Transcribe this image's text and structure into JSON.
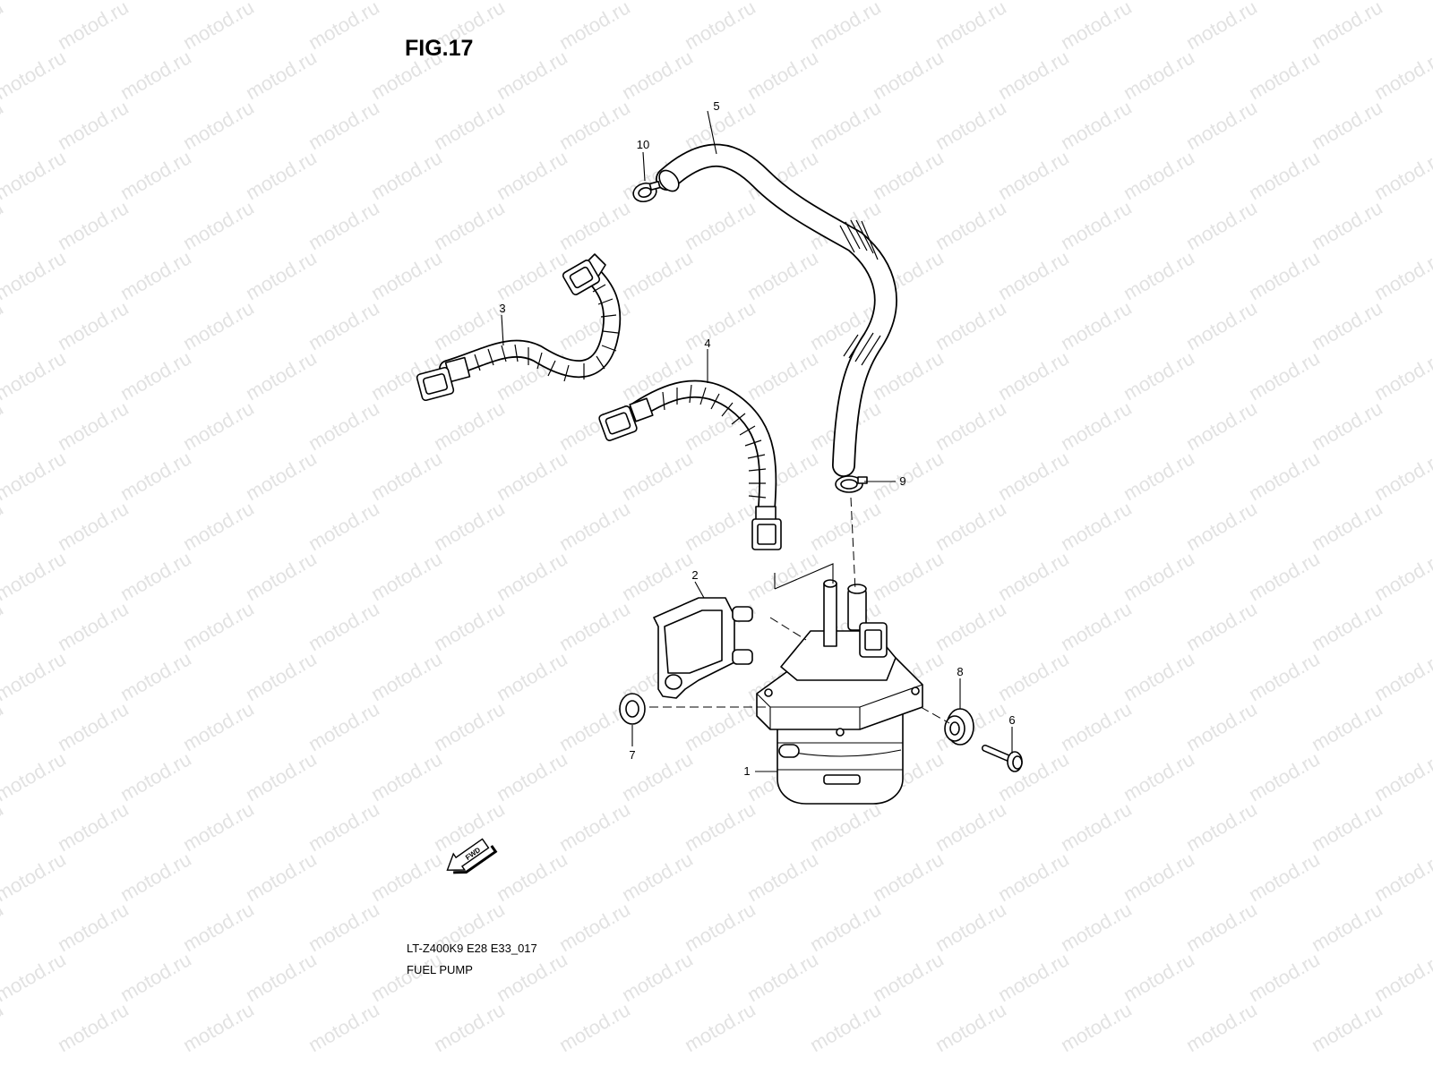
{
  "figure": {
    "title": "FIG.17",
    "model_code": "LT-Z400K9 E28 E33_017",
    "section_name": "FUEL PUMP"
  },
  "watermark": {
    "text": "motod.ru"
  },
  "callouts": [
    {
      "id": "callout-1",
      "label": "1"
    },
    {
      "id": "callout-2",
      "label": "2"
    },
    {
      "id": "callout-3",
      "label": "3"
    },
    {
      "id": "callout-4",
      "label": "4"
    },
    {
      "id": "callout-5",
      "label": "5"
    },
    {
      "id": "callout-6",
      "label": "6"
    },
    {
      "id": "callout-7",
      "label": "7"
    },
    {
      "id": "callout-8",
      "label": "8"
    },
    {
      "id": "callout-9",
      "label": "9"
    },
    {
      "id": "callout-10",
      "label": "10"
    }
  ],
  "fwd_badge": {
    "text": "FWD"
  }
}
